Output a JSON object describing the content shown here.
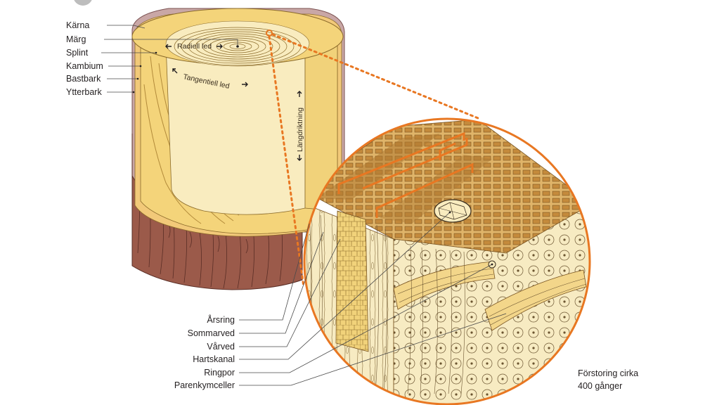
{
  "labels_left": [
    "Kärna",
    "Märg",
    "Splint",
    "Kambium",
    "Bastbark",
    "Ytterbark"
  ],
  "labels_bottom": [
    "Årsring",
    "Sommarved",
    "Vårved",
    "Hartskanal",
    "Ringpor",
    "Parenkymceller"
  ],
  "directions": {
    "radial": "Radiell led",
    "tangential": "Tangentiell led",
    "longitudinal": "Längdriktning"
  },
  "magnification": {
    "line1": "Förstoring cirka",
    "line2": "400 gånger"
  },
  "colors": {
    "accent_orange": "#e87722",
    "bark": "#9b5a4a",
    "bark_dark": "#6e3a30",
    "outer_bark": "#c9a7a6",
    "sapwood": "#f4d47a",
    "heartwood": "#f9ecbf",
    "cell_tan": "#d7a85a",
    "cell_light": "#f6e7b8"
  },
  "icons": [
    "arrow-left-icon",
    "arrow-right-icon",
    "arrow-up-icon",
    "arrow-down-icon"
  ]
}
